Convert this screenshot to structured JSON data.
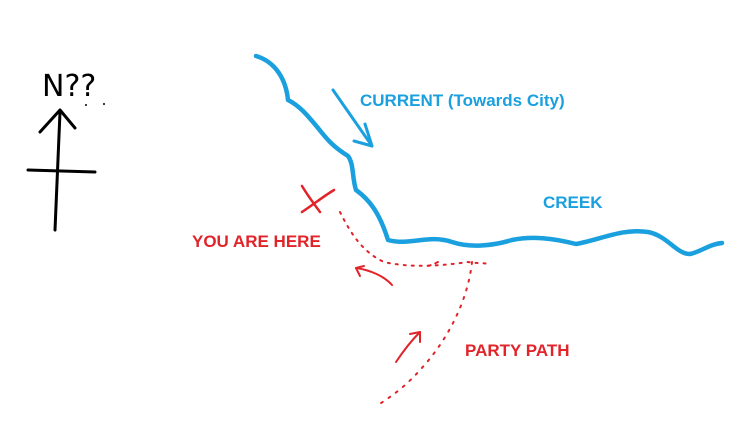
{
  "labels": {
    "north": "N??",
    "current": "CURRENT (Towards City)",
    "creek": "CREEK",
    "you_are_here": "YOU ARE HERE",
    "party_path": "PARTY PATH"
  },
  "colors": {
    "creek": "#1aa0de",
    "annotation_red": "#e0242a",
    "ink": "#000000",
    "background": "#ffffff"
  }
}
